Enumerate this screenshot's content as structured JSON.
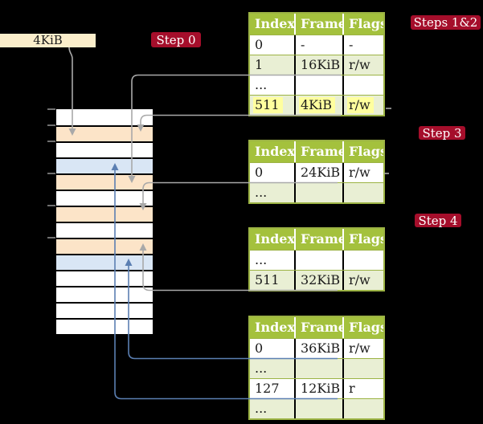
{
  "page_size_label": "4KiB",
  "badges": [
    {
      "id": "step0",
      "label": "Step 0"
    },
    {
      "id": "steps12",
      "label": "Steps 1&2"
    },
    {
      "id": "step3",
      "label": "Step 3"
    },
    {
      "id": "step4",
      "label": "Step 4"
    }
  ],
  "tables": [
    {
      "name": "page-table-at-4kib",
      "headers": [
        "Index",
        "Frame",
        "Flags"
      ],
      "rows": [
        {
          "cells": [
            "0",
            "-",
            "-"
          ],
          "shaded": false,
          "highlighted": false
        },
        {
          "cells": [
            "1",
            "16KiB",
            "r/w"
          ],
          "shaded": true,
          "highlighted": false
        },
        {
          "cells": [
            "...",
            "",
            ""
          ],
          "shaded": false,
          "highlighted": false
        },
        {
          "cells": [
            "511",
            "4KiB",
            "r/w"
          ],
          "shaded": true,
          "highlighted": true
        }
      ]
    },
    {
      "name": "page-table-at-16kib",
      "headers": [
        "Index",
        "Frame",
        "Flags"
      ],
      "rows": [
        {
          "cells": [
            "0",
            "24KiB",
            "r/w"
          ],
          "shaded": false,
          "highlighted": false
        },
        {
          "cells": [
            "...",
            "",
            ""
          ],
          "shaded": true,
          "highlighted": false
        }
      ]
    },
    {
      "name": "page-table-at-24kib",
      "headers": [
        "Index",
        "Frame",
        "Flags"
      ],
      "rows": [
        {
          "cells": [
            "...",
            "",
            ""
          ],
          "shaded": false,
          "highlighted": false
        },
        {
          "cells": [
            "511",
            "32KiB",
            "r/w"
          ],
          "shaded": true,
          "highlighted": false
        }
      ]
    },
    {
      "name": "page-table-at-32kib",
      "headers": [
        "Index",
        "Frame",
        "Flags"
      ],
      "rows": [
        {
          "cells": [
            "0",
            "36KiB",
            "r/w"
          ],
          "shaded": false,
          "highlighted": false
        },
        {
          "cells": [
            "...",
            "",
            ""
          ],
          "shaded": true,
          "highlighted": false
        },
        {
          "cells": [
            "127",
            "12KiB",
            "r"
          ],
          "shaded": false,
          "highlighted": false
        },
        {
          "cells": [
            "...",
            "",
            ""
          ],
          "shaded": true,
          "highlighted": false
        }
      ]
    }
  ],
  "memory_strip": {
    "rows": [
      "white",
      "orange",
      "white",
      "blue",
      "orange",
      "white",
      "orange",
      "white",
      "orange",
      "blue",
      "white",
      "white",
      "white",
      "white"
    ]
  },
  "colors": {
    "background": "#000000",
    "badge_red": "#a50e2b",
    "table_header_green": "#a4c13d",
    "table_row_green": "#e9efd4",
    "table_border_green": "#9cb344",
    "highlight_yellow": "#ffff9e",
    "frame_orange": "#fce4c8",
    "frame_blue": "#d9e6f5",
    "page_size_box_cream": "#fbeecb",
    "arrow_gray": "#a9a9a9",
    "arrow_blue": "#5b7fb2"
  }
}
